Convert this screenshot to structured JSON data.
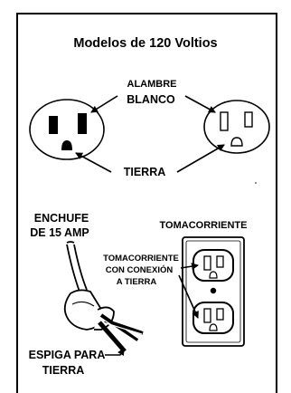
{
  "title": "Modelos de 120 Voltios",
  "labels": {
    "alambre": "ALAMBRE",
    "blanco": "BLANCO",
    "tierra": "TIERRA",
    "enchufe_1": "ENCHUFE",
    "enchufe_2": "DE 15 AMP",
    "tomacorriente": "TOMACORRIENTE",
    "toma_conexion_1": "TOMACORRIENTE",
    "toma_conexion_2": "CON CONEXIÓN",
    "toma_conexion_3": "A TIERRA",
    "espiga_1": "ESPIGA PARA",
    "espiga_2": "TIERRA"
  }
}
